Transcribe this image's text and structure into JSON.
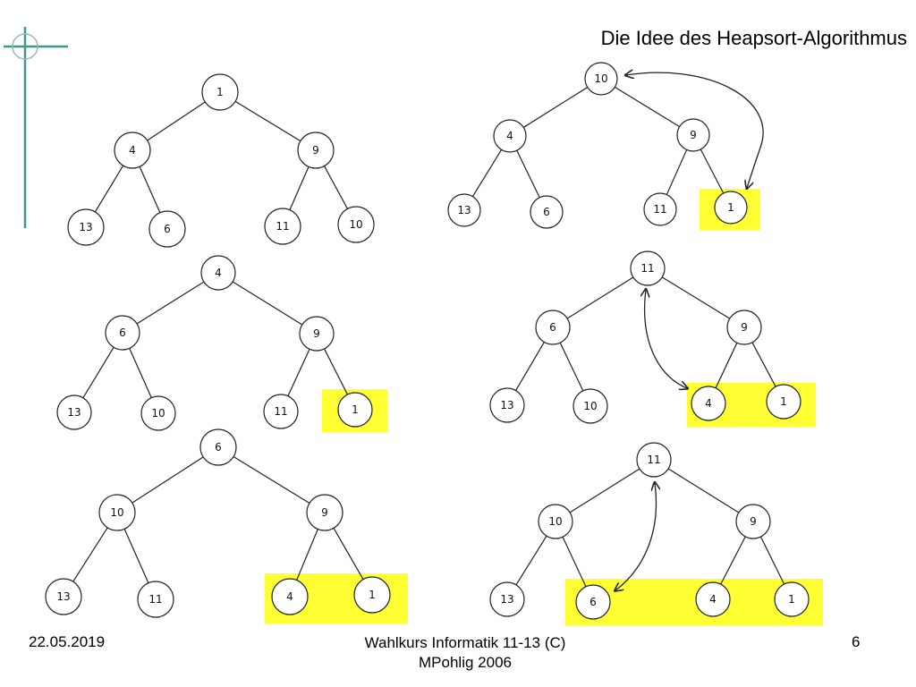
{
  "slide": {
    "title": "Die Idee des Heapsort-Algorithmus"
  },
  "footer": {
    "date": "22.05.2019",
    "center_line1": "Wahlkurs Informatik 11-13 (C)",
    "center_line2": "MPohlig 2006",
    "page": "6"
  },
  "colors": {
    "highlight": "#ffff33",
    "accent_cross": "#3a9a8a",
    "node_stroke": "#222222"
  },
  "trees": [
    {
      "id": "tree-1",
      "nodes": [
        "1",
        "4",
        "9",
        "13",
        "6",
        "11",
        "10"
      ],
      "highlighted": []
    },
    {
      "id": "tree-2",
      "nodes": [
        "10",
        "4",
        "9",
        "13",
        "6",
        "11",
        "1"
      ],
      "highlighted": [
        "1"
      ],
      "swap": [
        "10",
        "1"
      ]
    },
    {
      "id": "tree-3",
      "nodes": [
        "4",
        "6",
        "9",
        "13",
        "10",
        "11",
        "1"
      ],
      "highlighted": [
        "1"
      ]
    },
    {
      "id": "tree-4",
      "nodes": [
        "11",
        "6",
        "9",
        "13",
        "10",
        "4",
        "1"
      ],
      "highlighted": [
        "4",
        "1"
      ],
      "swap": [
        "11",
        "4"
      ]
    },
    {
      "id": "tree-5",
      "nodes": [
        "6",
        "10",
        "9",
        "13",
        "11",
        "4",
        "1"
      ],
      "highlighted": [
        "4",
        "1"
      ]
    },
    {
      "id": "tree-6",
      "nodes": [
        "11",
        "10",
        "9",
        "13",
        "6",
        "4",
        "1"
      ],
      "highlighted": [
        "6",
        "4",
        "1"
      ],
      "swap": [
        "11",
        "6"
      ]
    }
  ]
}
